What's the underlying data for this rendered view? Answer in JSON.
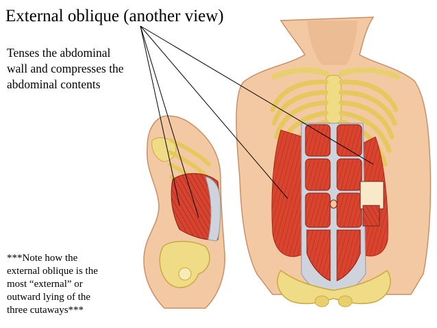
{
  "title": "External oblique (another view)",
  "description": {
    "lines": [
      "Tenses the abdominal",
      "wall and compresses the",
      "abdominal contents"
    ]
  },
  "note": {
    "lines": [
      "***Note how the",
      "external oblique is the",
      "most “external” or",
      "outward lying of the",
      "three cutaways***"
    ]
  },
  "colors": {
    "skin": "#f2c9a2",
    "skin_shadow": "#dca57d",
    "muscle": "#d9442f",
    "muscle_dark": "#a8281c",
    "bone": "#f0dc86",
    "bone_dark": "#c9a93f",
    "fascia": "#cfd3dc",
    "leader_line": "#000000"
  }
}
